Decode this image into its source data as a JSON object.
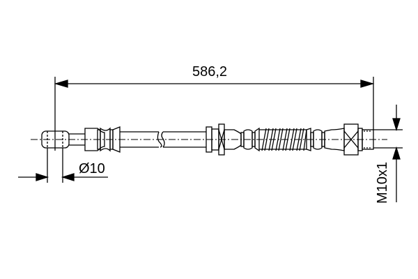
{
  "drawing": {
    "type": "technical-drawing",
    "subject": "brake-hose",
    "line_color": "#000000",
    "background": "#ffffff"
  },
  "dimensions": {
    "overall_length": "586,2",
    "pin_diameter": "Ø10",
    "thread": "M10x1"
  }
}
